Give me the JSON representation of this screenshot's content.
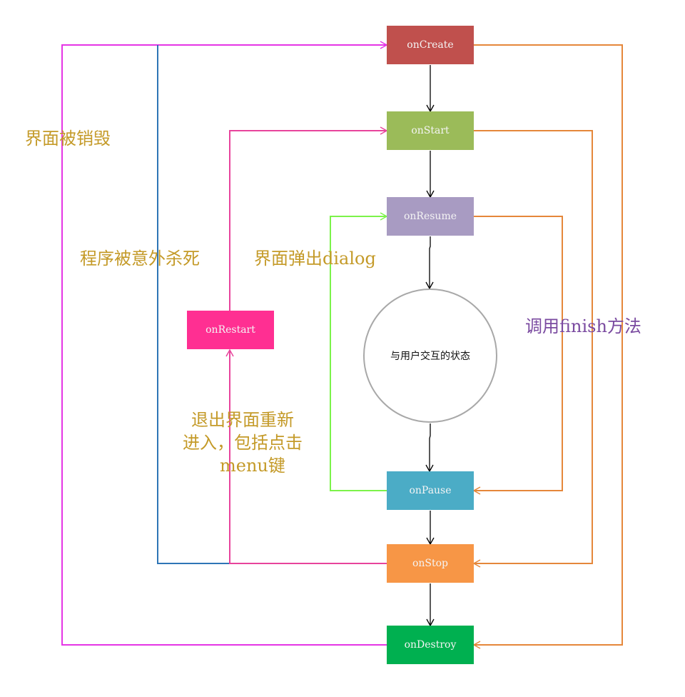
{
  "nodes": {
    "onCreate": {
      "label": "onCreate",
      "color": "#c0504d"
    },
    "onStart": {
      "label": "onStart",
      "color": "#9bbb59"
    },
    "onResume": {
      "label": "onResume",
      "color": "#a89bc2"
    },
    "onPause": {
      "label": "onPause",
      "color": "#4bacc6"
    },
    "onStop": {
      "label": "onStop",
      "color": "#f79646"
    },
    "onDestroy": {
      "label": "onDestroy",
      "color": "#00b050"
    },
    "onRestart": {
      "label": "onRestart",
      "color": "#ff2f92"
    }
  },
  "center_state": "与用户交互的状态",
  "annotations": {
    "destroyed": "界面被销毁",
    "killed": "程序被意外杀死",
    "dialog": "界面弹出dialog",
    "finish": "调用finish方法",
    "reenter_line1": "退出界面重新",
    "reenter_line2": "进入，包括点击",
    "reenter_line3": "menu键"
  },
  "colors": {
    "main_flow": "#000000",
    "destroy_path": "#e535e5",
    "kill_path": "#2e75b6",
    "restart_path": "#e8449c",
    "dialog_path": "#7cf34a",
    "finish_path": "#e5873a",
    "annotation_text": "#c49a28",
    "finish_text": "#7a4aa0"
  }
}
